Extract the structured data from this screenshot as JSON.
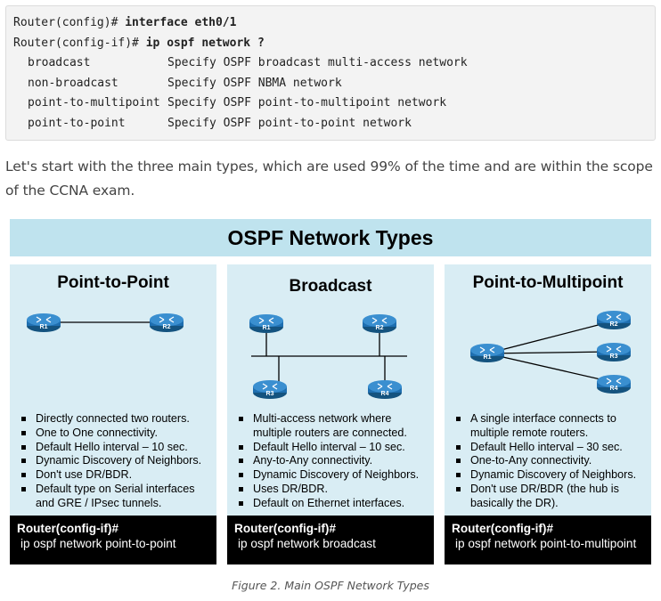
{
  "code": {
    "line1_prompt": "Router(config)# ",
    "line1_cmd": "interface eth0/1",
    "line2_prompt": "Router(config-if)# ",
    "line2_cmd": "ip ospf network ?",
    "options": [
      {
        "key": "broadcast",
        "desc": "Specify OSPF broadcast multi-access network"
      },
      {
        "key": "non-broadcast",
        "desc": "Specify OSPF NBMA network"
      },
      {
        "key": "point-to-multipoint",
        "desc": "Specify OSPF point-to-multipoint network"
      },
      {
        "key": "point-to-point",
        "desc": "Specify OSPF point-to-point network"
      }
    ]
  },
  "intro": "Let's start with the three main types, which are used 99% of the time and are within the scope of the CCNA exam.",
  "figure": {
    "title": "OSPF Network Types",
    "caption": "Figure 2. Main OSPF Network Types",
    "panels": [
      {
        "title": "Point-to-Point",
        "routers": [
          "R1",
          "R2"
        ],
        "bullets": [
          "Directly connected two routers.",
          "One to One connectivity.",
          "Default Hello interval – 10 sec.",
          "Dynamic Discovery of Neighbors.",
          "Don't use DR/BDR.",
          "Default type on Serial interfaces and GRE / IPsec tunnels."
        ],
        "cfg_header": "Router(config-if)#",
        "cfg_cmd": "ip ospf network point-to-point"
      },
      {
        "title": "Broadcast",
        "routers": [
          "R1",
          "R2",
          "R3",
          "R4"
        ],
        "bullets": [
          "Multi-access network where multiple routers are connected.",
          "Default Hello interval – 10 sec.",
          "Any-to-Any connectivity.",
          "Dynamic Discovery of Neighbors.",
          "Uses DR/BDR.",
          "Default on Ethernet interfaces."
        ],
        "cfg_header": "Router(config-if)#",
        "cfg_cmd": "ip ospf network broadcast"
      },
      {
        "title": "Point-to-Multipoint",
        "routers": [
          "R1",
          "R2",
          "R3",
          "R4"
        ],
        "bullets": [
          "A single interface connects to multiple remote routers.",
          "Default Hello interval – 30 sec.",
          "One-to-Any connectivity.",
          "Dynamic Discovery of Neighbors.",
          "Don't use DR/BDR (the hub is basically the DR)."
        ],
        "cfg_header": "Router(config-if)#",
        "cfg_cmd": "ip ospf network point-to-multipoint"
      }
    ]
  },
  "colors": {
    "banner": "#bfe3ee",
    "panel": "#d9edf4",
    "router_body": "#1f6fb0",
    "cfg_bg": "#000000"
  }
}
